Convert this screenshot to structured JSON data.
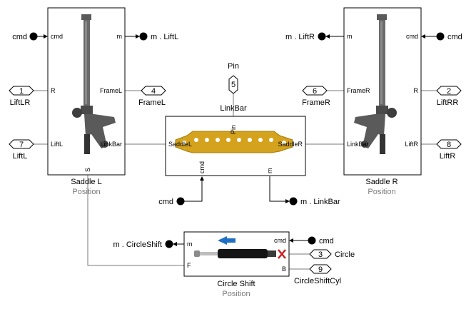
{
  "colors": {
    "link_bar_gold": "#d4a21c",
    "saddle_gray": "#4a4a4a",
    "cylinder_arrow_blue": "#1f6fc5",
    "red_x": "#c8201f",
    "wire_gray": "#7a7a7a"
  },
  "blocks": {
    "saddle_l": {
      "name": "Saddle L",
      "subtitle": "Position",
      "ports": {
        "cmd": "cmd",
        "m": "m",
        "R": "R",
        "FrameL": "FrameL",
        "LiftL": "LiftL",
        "LinkBar": "LinkBar",
        "S": "S"
      }
    },
    "saddle_r": {
      "name": "Saddle R",
      "subtitle": "Position",
      "ports": {
        "m": "m",
        "cmd": "cmd",
        "FrameR": "FrameR",
        "R": "R",
        "LinkBar": "LinkBar",
        "LiftR": "LiftR"
      }
    },
    "link_bar": {
      "name": "LinkBar",
      "ports": {
        "Pin": "Pin",
        "SaddleL": "SaddleL",
        "SaddleR": "SaddleR",
        "cmd": "cmd",
        "m": "m"
      }
    },
    "circle_shift": {
      "name": "Circle Shift",
      "subtitle": "Position",
      "ports": {
        "m": "m",
        "cmd": "cmd",
        "F": "F",
        "B": "B"
      }
    }
  },
  "inports": {
    "lift_lr": {
      "num": "1",
      "label": "LiftLR"
    },
    "lift_l": {
      "num": "7",
      "label": "LiftL"
    }
  },
  "connection_ports": {
    "frame_l": {
      "num": "4",
      "label": "FrameL"
    },
    "pin": {
      "num": "5",
      "label": "Pin"
    },
    "frame_r": {
      "num": "6",
      "label": "FrameR"
    },
    "lift_rr": {
      "num": "2",
      "label": "LiftRR"
    },
    "lift_r": {
      "num": "8",
      "label": "LiftR"
    },
    "circle": {
      "num": "3",
      "label": "Circle"
    },
    "circle_shift_cyl": {
      "num": "9",
      "label": "CircleShiftCyl"
    }
  },
  "goto_from": {
    "cmd_saddle_l": "cmd",
    "cmd_saddle_r": "cmd",
    "cmd_link_bar": "cmd",
    "cmd_circle_shift": "cmd",
    "m_lift_l": "m . LiftL",
    "m_lift_r": "m . LiftR",
    "m_link_bar": "m . LinkBar",
    "m_circle_shift": "m . CircleShift"
  }
}
